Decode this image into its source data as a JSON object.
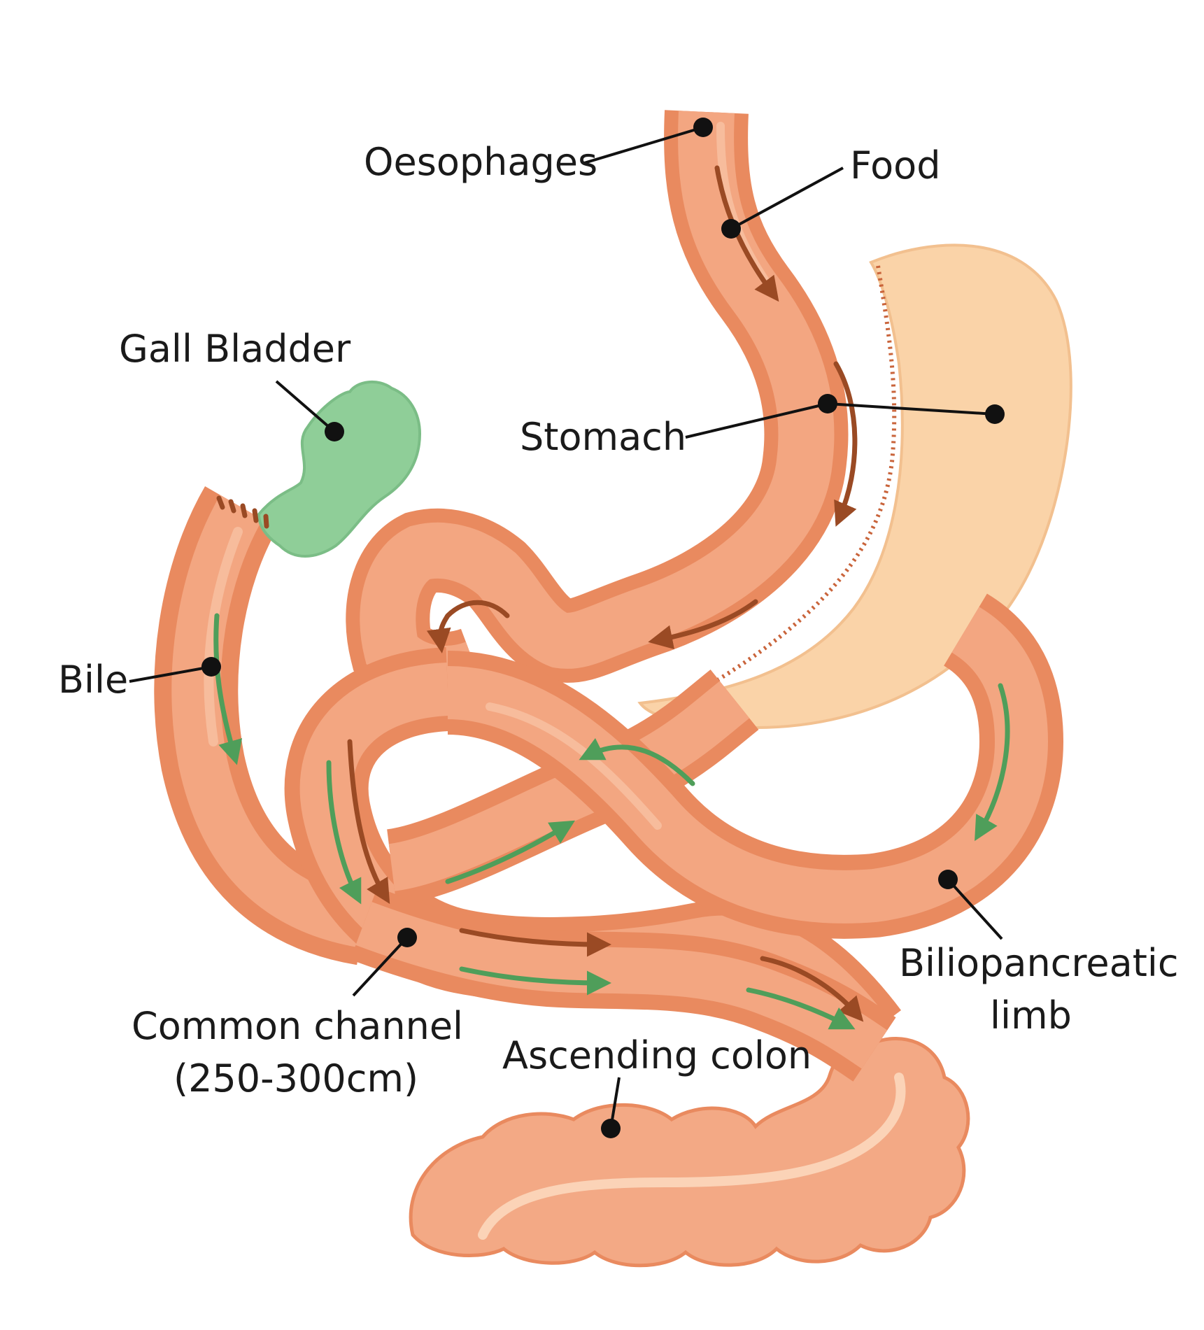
{
  "labels": {
    "oesophagus": "Oesophages",
    "food": "Food",
    "gall_bladder": "Gall Bladder",
    "stomach": "Stomach",
    "bile": "Bile",
    "biliopancreatic_line1": "Biliopancreatic",
    "biliopancreatic_line2": "limb",
    "common_channel_line1": "Common channel",
    "common_channel_line2": "(250-300cm)",
    "ascending_colon": "Ascending colon"
  },
  "colors": {
    "intestine_outer": "#e98a5f",
    "intestine_inner": "#f3a681",
    "intestine_highlight": "#f7bc9c",
    "removed_stomach": "#fad3a8",
    "gall_bladder": "#8fce98",
    "food_arrow": "#9a4a24",
    "bile_arrow": "#4f9e5a",
    "colon": "#f3a985",
    "pointer": "#111111"
  }
}
